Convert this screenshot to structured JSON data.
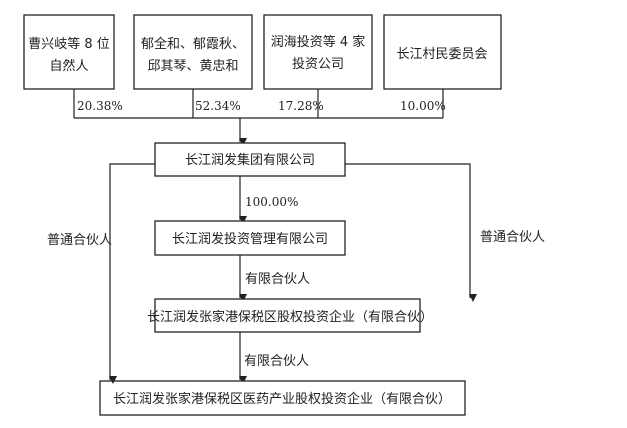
{
  "shareholders": [
    {
      "lines": [
        "曹兴岐等 8 位",
        "自然人"
      ],
      "share": "20.38%"
    },
    {
      "lines": [
        "郁全和、郁霞秋、",
        "邱其琴、黄忠和"
      ],
      "share": "52.34%"
    },
    {
      "lines": [
        "润海投资等 4 家",
        "投资公司"
      ],
      "share": "17.28%"
    },
    {
      "lines": [
        "长江村民委员会"
      ],
      "share": "10.00%"
    }
  ],
  "group": {
    "name": "长江润发集团有限公司"
  },
  "manager": {
    "name": "长江润发投资管理有限公司",
    "share": "100.00%"
  },
  "fund": {
    "name": "长江润发张家港保税区股权投资企业（有限合伙）"
  },
  "target": {
    "name": "长江润发张家港保税区医药产业股权投资企业（有限合伙）"
  },
  "relations": {
    "general_partner": "普通合伙人",
    "limited_partner": "有限合伙人"
  }
}
